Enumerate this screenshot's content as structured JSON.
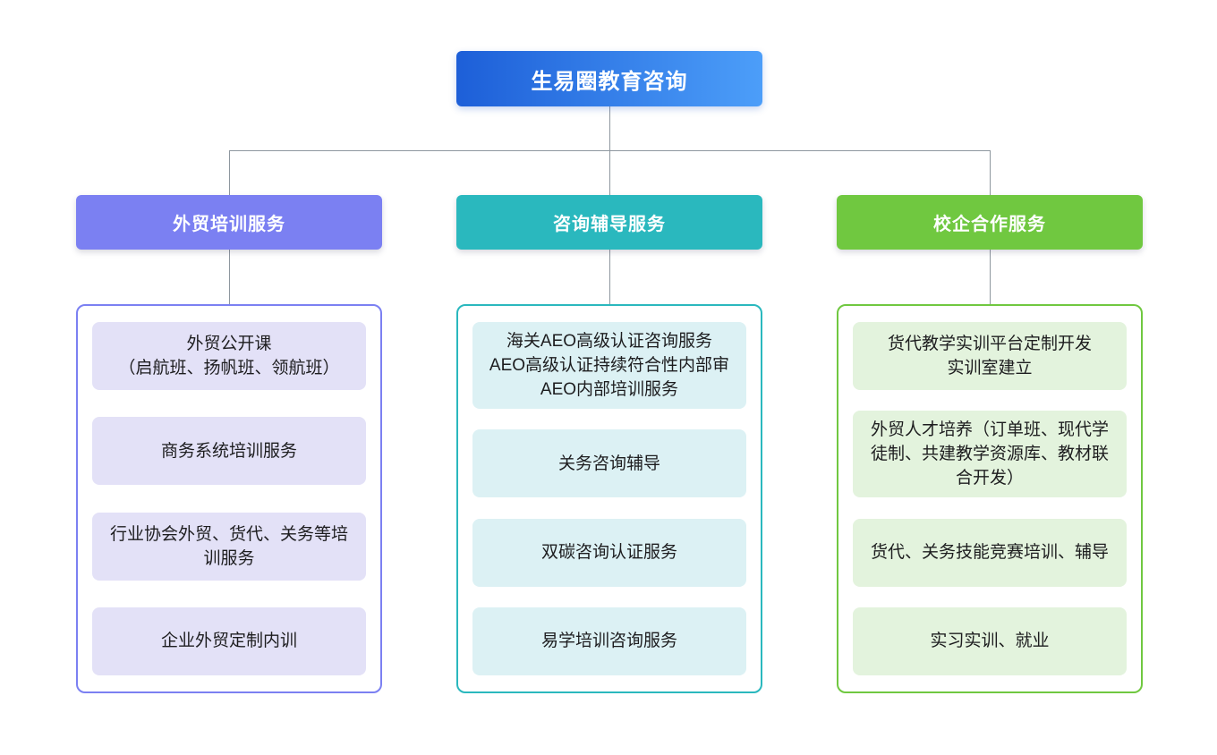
{
  "root": {
    "label": "生易圈教育咨询",
    "gradient_start": "#1d5fd8",
    "gradient_end": "#4c9ef9",
    "text_color": "#ffffff"
  },
  "connector_color": "#8e979f",
  "branches": [
    {
      "label": "外贸培训服务",
      "accent_color": "#7b80f2",
      "item_bg_color": "#e3e1f7",
      "items": [
        {
          "label": "外贸公开课\n（启航班、扬帆班、领航班）"
        },
        {
          "label": "商务系统培训服务"
        },
        {
          "label": "行业协会外贸、货代、关务等培\n训服务"
        },
        {
          "label": "企业外贸定制内训"
        }
      ]
    },
    {
      "label": "咨询辅导服务",
      "accent_color": "#2ab8be",
      "item_bg_color": "#dcf1f4",
      "items": [
        {
          "label": "海关AEO高级认证咨询服务\nAEO高级认证持续符合性内部审\nAEO内部培训服务"
        },
        {
          "label": "关务咨询辅导"
        },
        {
          "label": "双碳咨询认证服务"
        },
        {
          "label": "易学培训咨询服务"
        }
      ]
    },
    {
      "label": "校企合作服务",
      "accent_color": "#70c840",
      "item_bg_color": "#e3f3dd",
      "items": [
        {
          "label": "货代教学实训平台定制开发\n实训室建立"
        },
        {
          "label": "外贸人才培养（订单班、现代学\n徒制、共建教学资源库、教材联\n合开发）"
        },
        {
          "label": "货代、关务技能竞赛培训、辅导"
        },
        {
          "label": "实习实训、就业"
        }
      ]
    }
  ]
}
